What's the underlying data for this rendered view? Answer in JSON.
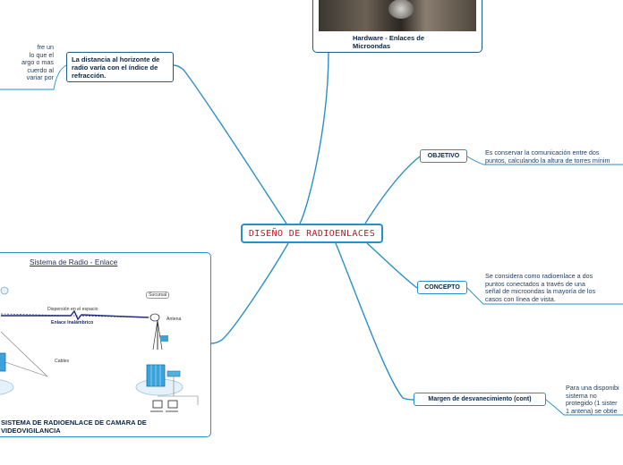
{
  "central": {
    "title": "DISEÑO DE RADIOENLACES"
  },
  "hardware": {
    "caption": "Hardware - Enlaces de Microondas"
  },
  "horizonte": {
    "label": "La distancia al horizonte de radio varía con el índice de refracción.",
    "side_text": [
      "fre un",
      "lo que el",
      "argo o mas",
      "cuerdo al",
      "variar por"
    ]
  },
  "objetivo": {
    "label": "OBJETIVO",
    "text": [
      "Es conservar la comunicación entre dos",
      "puntos, calculando la altura de torres mínim"
    ]
  },
  "concepto": {
    "label": "CONCEPTO",
    "text": [
      "Se considera como radioenlace a dos",
      "puntos conectados a través de una",
      "señal de microondas la mayoría de los",
      "casos con línea de vista."
    ]
  },
  "margen": {
    "label": "Margen de desvanecimiento (cont)",
    "text": [
      "Para una disponibi",
      "sistema no",
      "protegido (1 sister",
      "1 antena) se obtie"
    ]
  },
  "sistema": {
    "title": "Sistema de Radio - Enlace",
    "caption": "SISTEMA DE RADIOENLACE DE CAMARA DE VIDEOVIGILANCIA",
    "diagram_labels": {
      "dispersion": "Dispersión en el espacio",
      "enlace": "Enlace Inalámbrico",
      "sucursal": "Sucursal",
      "antena": "Antena",
      "cables": "Cables"
    }
  },
  "colors": {
    "link": "#2a8fc7",
    "node_border": "#1e5b86",
    "central_text": "#c0142b"
  }
}
